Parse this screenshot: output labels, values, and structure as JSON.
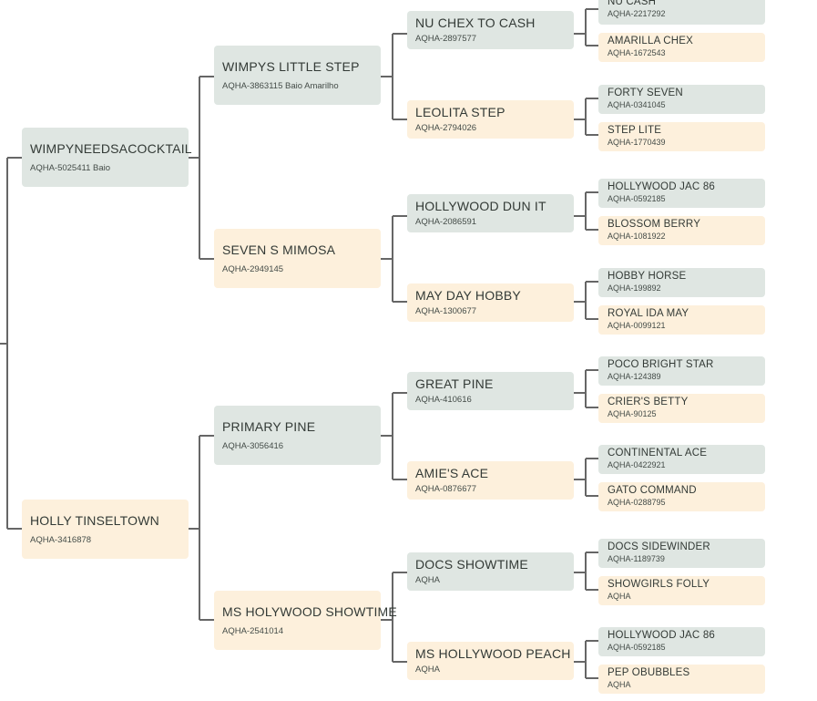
{
  "pedigree": {
    "subject": {
      "sire": {
        "name": "WIMPYNEEDSACOCKTAIL",
        "reg": "AQHA-5025411 Baio",
        "sire": {
          "name": "WIMPYS LITTLE STEP",
          "reg": "AQHA-3863115 Baio Amarilho",
          "sire": {
            "name": "NU CHEX TO CASH",
            "reg": "AQHA-2897577",
            "sire": {
              "name": "NU CASH",
              "reg": "AQHA-2217292"
            },
            "dam": {
              "name": "AMARILLA CHEX",
              "reg": "AQHA-1672543"
            }
          },
          "dam": {
            "name": "LEOLITA STEP",
            "reg": "AQHA-2794026",
            "sire": {
              "name": "FORTY SEVEN",
              "reg": "AQHA-0341045"
            },
            "dam": {
              "name": "STEP LITE",
              "reg": "AQHA-1770439"
            }
          }
        },
        "dam": {
          "name": "SEVEN S MIMOSA",
          "reg": "AQHA-2949145",
          "sire": {
            "name": "HOLLYWOOD DUN IT",
            "reg": "AQHA-2086591",
            "sire": {
              "name": "HOLLYWOOD JAC 86",
              "reg": "AQHA-0592185"
            },
            "dam": {
              "name": "BLOSSOM BERRY",
              "reg": "AQHA-1081922"
            }
          },
          "dam": {
            "name": "MAY DAY HOBBY",
            "reg": "AQHA-1300677",
            "sire": {
              "name": "HOBBY HORSE",
              "reg": "AQHA-199892"
            },
            "dam": {
              "name": "ROYAL IDA MAY",
              "reg": "AQHA-0099121"
            }
          }
        }
      },
      "dam": {
        "name": "HOLLY TINSELTOWN",
        "reg": "AQHA-3416878",
        "sire": {
          "name": "PRIMARY PINE",
          "reg": "AQHA-3056416",
          "sire": {
            "name": "GREAT PINE",
            "reg": "AQHA-410616",
            "sire": {
              "name": "POCO BRIGHT STAR",
              "reg": "AQHA-124389"
            },
            "dam": {
              "name": "CRIER'S BETTY",
              "reg": "AQHA-90125"
            }
          },
          "dam": {
            "name": "AMIE'S ACE",
            "reg": "AQHA-0876677",
            "sire": {
              "name": "CONTINENTAL ACE",
              "reg": "AQHA-0422921"
            },
            "dam": {
              "name": "GATO COMMAND",
              "reg": "AQHA-0288795"
            }
          }
        },
        "dam": {
          "name": "MS HOLYWOOD SHOWTIME",
          "reg": "AQHA-2541014",
          "sire": {
            "name": "DOCS SHOWTIME",
            "reg": "AQHA",
            "sire": {
              "name": "DOCS SIDEWINDER",
              "reg": "AQHA-1189739"
            },
            "dam": {
              "name": "SHOWGIRLS FOLLY",
              "reg": "AQHA"
            }
          },
          "dam": {
            "name": "MS HOLLYWOOD PEACH",
            "reg": "AQHA",
            "sire": {
              "name": "HOLLYWOOD JAC 86",
              "reg": "AQHA-0592185"
            },
            "dam": {
              "name": "PEP OBUBBLES",
              "reg": "AQHA"
            }
          }
        }
      }
    }
  },
  "colors": {
    "sire_box": "#dfe6e2",
    "dam_box": "#fdf0dc",
    "connector": "#666666"
  }
}
